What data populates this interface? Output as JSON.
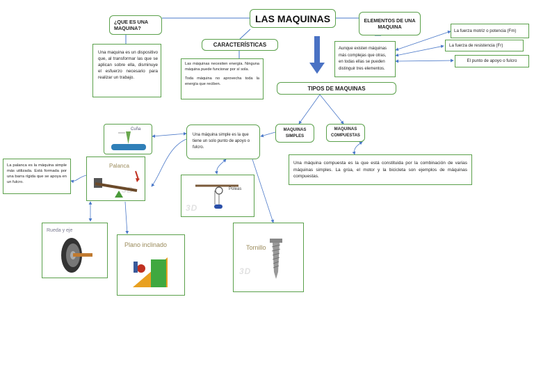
{
  "main_title": "LAS MAQUINAS",
  "que_es": {
    "title": "¿QUE ES UNA MAQUINA?",
    "text": "Una maquina es un dispositivo que, al transformar las que se aplican sobre ella, disminuye el esfuerzo necesario para realizar un trabajo."
  },
  "caracteristicas": {
    "title": "CARACTERÍSTICAS",
    "text1": "Las máquinas necesiten energía. Ninguna máquina puede funcionar por sí sola.",
    "text2": "Toda máquina no aprovecha toda la energía que reciben."
  },
  "elementos": {
    "title": "ELEMENTOS DE UNA MAQUINA",
    "text": "Aunque existen máquinas más complejas que otras, en todas ellas se pueden distinguir tres elementos.",
    "items": [
      "La fuerza motriz o potencia (Fm)",
      "La fuerza de resistencia (Fr)",
      "El punto de apoyo o fulcro"
    ]
  },
  "tipos": {
    "title": "TIPOS DE MAQUINAS",
    "simples_title": "MAQUINAS SIMPLES",
    "compuestas_title": "MAQUINAS COMPUESTAS",
    "simples_text": "Una máquina simple es la que tiene un solo punto de apoyo o fulcro.",
    "compuestas_text": "Una máquina compuesta es la que está constituida por la combinación de varias máquinas simples. La grúa, el motor y la bicicleta son ejemplos de máquinas compuestas."
  },
  "palanca_text": "La palanca es la máquina simple más utilizada. Está formada por una barra rígida que se apoya en un fulcro.",
  "images": {
    "cuna": "Cuña",
    "palanca": "Palanca",
    "polea": "Poleas",
    "rueda": "Rueda y eje",
    "plano": "Plano inclinado",
    "tornillo": "Tornillo"
  },
  "colors": {
    "border": "#5aa04a",
    "arrow": "#4a78c8",
    "big_arrow": "#4a72c4"
  }
}
